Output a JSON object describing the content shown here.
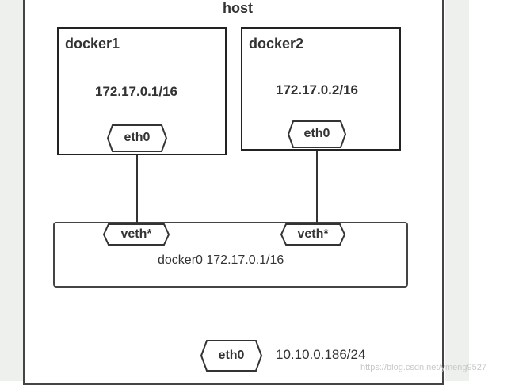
{
  "host": {
    "label": "host",
    "interface": "eth0",
    "ip": "10.10.0.186/24"
  },
  "containers": [
    {
      "name": "docker1",
      "ip": "172.17.0.1/16",
      "interface": "eth0"
    },
    {
      "name": "docker2",
      "ip": "172.17.0.2/16",
      "interface": "eth0"
    }
  ],
  "bridge": {
    "label": "docker0 172.17.0.1/16",
    "veths": [
      "veth*",
      "veth*"
    ]
  },
  "watermark": "https://blog.csdn.net/ymeng9527"
}
